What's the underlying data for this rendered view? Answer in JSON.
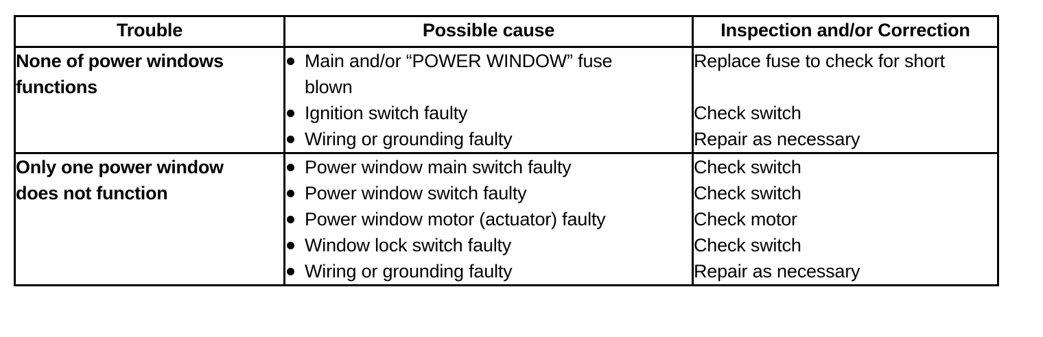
{
  "document": {
    "title": "Power window system troubleshooting table",
    "background_color": "#ffffff",
    "text_color": "#000000",
    "border_color": "#000000"
  },
  "table": {
    "columns": [
      {
        "key": "trouble",
        "label": "Trouble"
      },
      {
        "key": "cause",
        "label": "Possible cause"
      },
      {
        "key": "correction",
        "label": "Inspection and/or Correction"
      }
    ],
    "rows": [
      {
        "trouble": "None of power windows functions",
        "causes": [
          "Main and/or “POWER WINDOW” fuse\nblown",
          "Ignition switch faulty",
          "Wiring or grounding faulty"
        ],
        "corrections": [
          "Replace fuse to check for short",
          "",
          "Check switch",
          "Repair as necessary"
        ]
      },
      {
        "trouble": "Only one power window does not function",
        "causes": [
          "Power window main switch faulty",
          "Power window switch faulty",
          "Power window motor (actuator) faulty",
          "Window lock switch faulty",
          "Wiring or grounding faulty"
        ],
        "corrections": [
          "Check switch",
          "Check switch",
          "Check motor",
          "Check switch",
          "Repair as necessary"
        ]
      }
    ]
  }
}
